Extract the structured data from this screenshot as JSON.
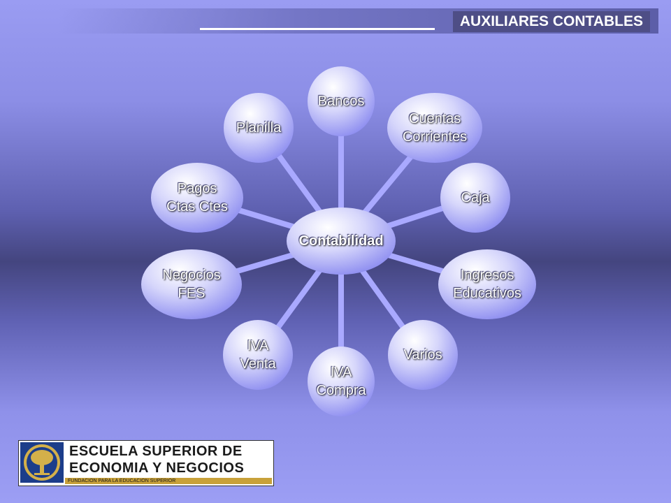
{
  "header": {
    "title": "AUXILIARES CONTABLES"
  },
  "diagram": {
    "center": {
      "label": "Contabilidad"
    },
    "nodes": [
      {
        "id": "bancos",
        "lines": [
          "Bancos"
        ]
      },
      {
        "id": "cuentas-corrientes",
        "lines": [
          "Cuentas",
          "Corrientes"
        ]
      },
      {
        "id": "caja",
        "lines": [
          "Caja"
        ]
      },
      {
        "id": "ingresos-educativos",
        "lines": [
          "Ingresos",
          "Educativos"
        ]
      },
      {
        "id": "varios",
        "lines": [
          "Varios"
        ]
      },
      {
        "id": "iva-compra",
        "lines": [
          "IVA",
          "Compra"
        ]
      },
      {
        "id": "iva-venta",
        "lines": [
          "IVA",
          "Venta"
        ]
      },
      {
        "id": "negocios-fes",
        "lines": [
          "Negocios",
          "FES"
        ]
      },
      {
        "id": "pagos-ctas-ctes",
        "lines": [
          "Pagos",
          "Ctas Ctes"
        ]
      },
      {
        "id": "planilla",
        "lines": [
          "Planilla"
        ]
      }
    ]
  },
  "logo": {
    "line1": "ESCUELA SUPERIOR DE",
    "line2": "ECONOMIA Y NEGOCIOS",
    "subtitle": "FUNDACION PARA LA EDUCACION SUPERIOR"
  },
  "colors": {
    "node_fill_start": "#ffffff",
    "node_fill_end": "#8f8ff0",
    "spoke": "#a9a9ff",
    "title_bg": "#4e4e86"
  }
}
